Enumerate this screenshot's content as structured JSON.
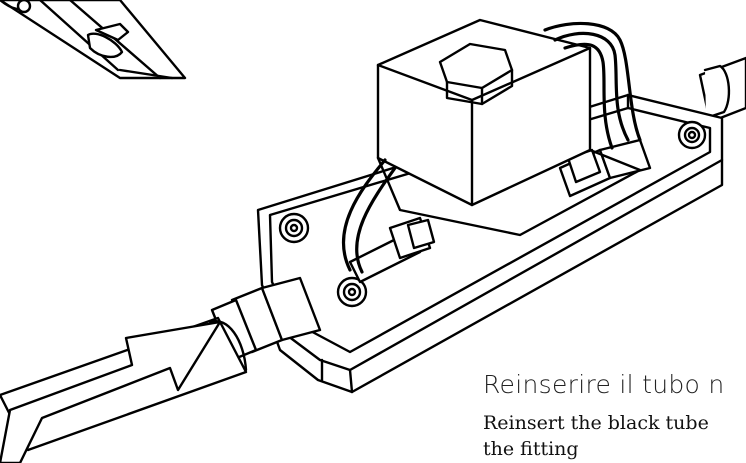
{
  "caption": {
    "italian": "Reinserire il tubo n",
    "english_line1": "Reinsert the black tube",
    "english_line2": "the fitting"
  },
  "icons": {
    "arrow": "insert-direction-arrow",
    "valve": "solenoid-valve",
    "clamp": "hose-clamp"
  },
  "colors": {
    "line": "#000000",
    "fill": "#ffffff"
  }
}
